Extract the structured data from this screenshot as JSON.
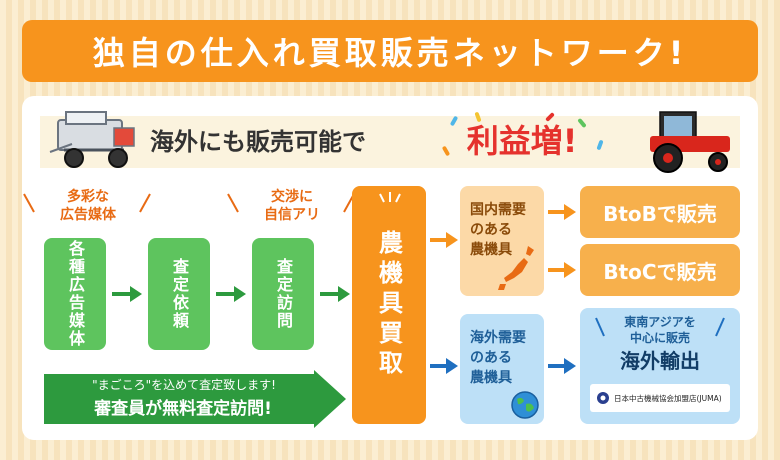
{
  "title": "独自の仕入れ買取販売ネットワーク!",
  "banner": {
    "text": "海外にも販売可能で",
    "highlight": "利益増!"
  },
  "flow": {
    "label_ads": [
      "多彩な",
      "広告媒体"
    ],
    "label_nego": [
      "交渉に",
      "自信アリ"
    ],
    "step1": "各種広告媒体",
    "step2": "査定依頼",
    "step3": "査定訪問",
    "purchase": "農機具買取"
  },
  "domestic": {
    "lines": [
      "国内需要",
      "のある",
      "農機具"
    ]
  },
  "overseas": {
    "lines": [
      "海外需要",
      "のある",
      "農機具"
    ]
  },
  "sales": {
    "btob": "BtoBで販売",
    "btoc": "BtoCで販売"
  },
  "export": {
    "sub1": "東南アジアを",
    "sub2": "中心に販売",
    "title": "海外輸出",
    "juma": "日本中古機械協会加盟店(JUMA)"
  },
  "visit": {
    "line1": "\"まごころ\"を込めて査定致します!",
    "line2": "審査員が無料査定訪問!"
  },
  "colors": {
    "orange": "#f7941d",
    "green": "#5ec45e",
    "dark_green": "#2d9a3e",
    "blue": "#1f6fc0",
    "red": "#e5322d"
  }
}
